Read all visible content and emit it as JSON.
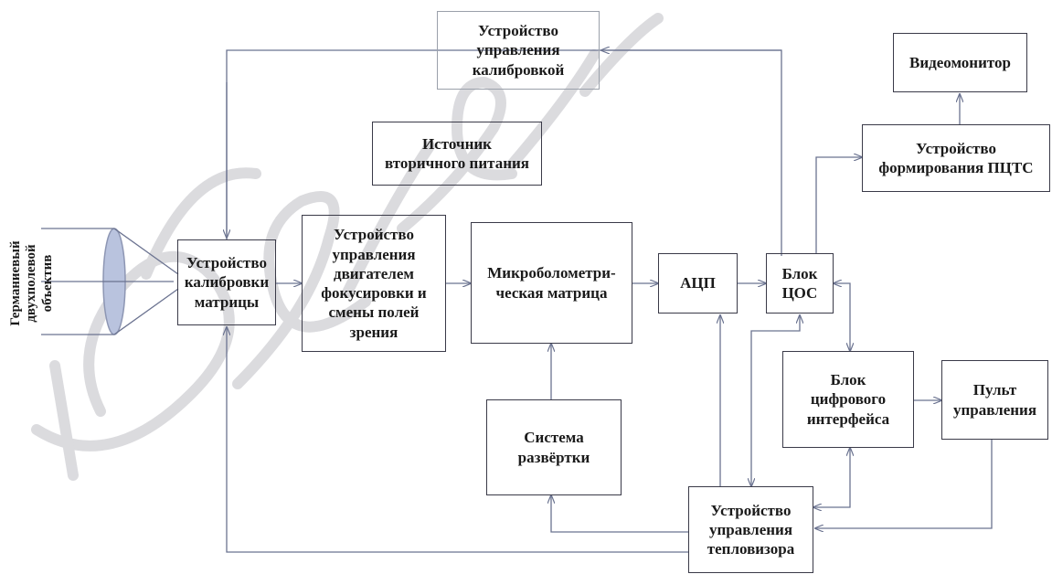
{
  "lens_label": "Германиевый\nдвухполевой\nобъектив",
  "blocks": {
    "calib_ctrl": "Устройство\nуправления\nкалибровкой",
    "videomonitor": "Видеомонитор",
    "power": "Источник\nвторичного питания",
    "pcts": "Устройство\nформирования ПЦТС",
    "calib_matrix": "Устройство\nкалибровки\nматрицы",
    "motor_ctrl": "Устройство\nуправления\nдвигателем\nфокусировки и\nсмены полей\nзрения",
    "microbolometer": "Микроболометри-\nческая матрица",
    "adc": "АЦП",
    "dsp": "Блок\nЦОС",
    "digital_iface": "Блок\nцифрового\nинтерфейса",
    "remote": "Пульт\nуправления",
    "scan": "Система\nразвёртки",
    "thermo_ctrl": "Устройство\nуправления\nтепловизора"
  },
  "colors": {
    "line": "#6b7390",
    "border": "#3a3a48",
    "watermark": "#cfcfd4",
    "lens_fill": "#b9c3de"
  }
}
